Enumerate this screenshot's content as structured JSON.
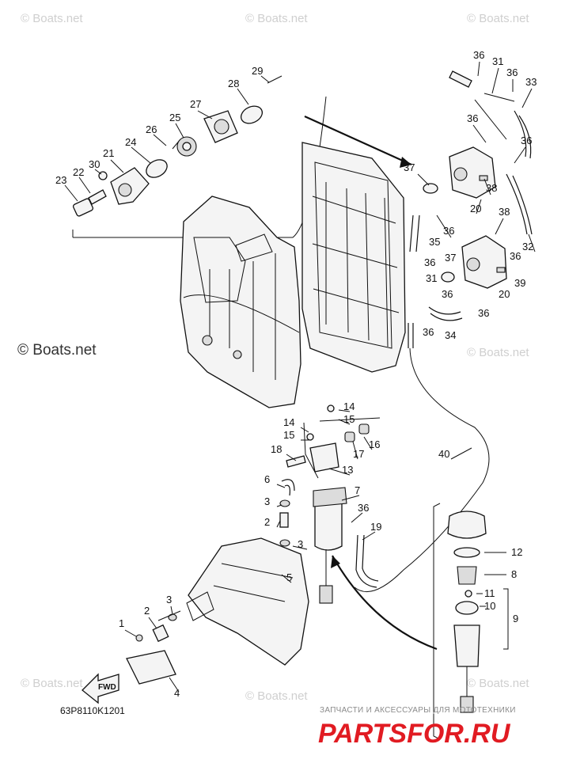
{
  "watermarks": {
    "tile_text": "© Boats.net",
    "center_text": "© Boats.net"
  },
  "diagram_code": "63P8110K1201",
  "direction_label": "FWD",
  "shop": {
    "tagline": "ЗАПЧАСТИ И АКСЕССУАРЫ ДЛЯ МОТОТЕХНИКИ",
    "logo_text": "PARTSFOR.RU",
    "logo_color": "#e11b22"
  },
  "callouts": [
    {
      "id": "c29",
      "label": "29"
    },
    {
      "id": "c28",
      "label": "28"
    },
    {
      "id": "c27",
      "label": "27"
    },
    {
      "id": "c25",
      "label": "25"
    },
    {
      "id": "c26",
      "label": "26"
    },
    {
      "id": "c24",
      "label": "24"
    },
    {
      "id": "c21",
      "label": "21"
    },
    {
      "id": "c30",
      "label": "30"
    },
    {
      "id": "c22",
      "label": "22"
    },
    {
      "id": "c23",
      "label": "23"
    },
    {
      "id": "c36a",
      "label": "36"
    },
    {
      "id": "c31a",
      "label": "31"
    },
    {
      "id": "c36b",
      "label": "36"
    },
    {
      "id": "c33",
      "label": "33"
    },
    {
      "id": "c36c",
      "label": "36"
    },
    {
      "id": "c36d",
      "label": "36"
    },
    {
      "id": "c37a",
      "label": "37"
    },
    {
      "id": "c38a",
      "label": "38"
    },
    {
      "id": "c20a",
      "label": "20"
    },
    {
      "id": "c38b",
      "label": "38"
    },
    {
      "id": "c36e",
      "label": "36"
    },
    {
      "id": "c35",
      "label": "35"
    },
    {
      "id": "c32",
      "label": "32"
    },
    {
      "id": "c36f",
      "label": "36"
    },
    {
      "id": "c37b",
      "label": "37"
    },
    {
      "id": "c36g",
      "label": "36"
    },
    {
      "id": "c31b",
      "label": "31"
    },
    {
      "id": "c39",
      "label": "39"
    },
    {
      "id": "c20b",
      "label": "20"
    },
    {
      "id": "c36h",
      "label": "36"
    },
    {
      "id": "c36i",
      "label": "36"
    },
    {
      "id": "c36j",
      "label": "36"
    },
    {
      "id": "c34",
      "label": "34"
    },
    {
      "id": "c14a",
      "label": "14"
    },
    {
      "id": "c15a",
      "label": "15"
    },
    {
      "id": "c14b",
      "label": "14"
    },
    {
      "id": "c15b",
      "label": "15"
    },
    {
      "id": "c16",
      "label": "16"
    },
    {
      "id": "c17",
      "label": "17"
    },
    {
      "id": "c18",
      "label": "18"
    },
    {
      "id": "c13",
      "label": "13"
    },
    {
      "id": "c40",
      "label": "40"
    },
    {
      "id": "c6",
      "label": "6"
    },
    {
      "id": "c7",
      "label": "7"
    },
    {
      "id": "c3a",
      "label": "3"
    },
    {
      "id": "c36k",
      "label": "36"
    },
    {
      "id": "c2a",
      "label": "2"
    },
    {
      "id": "c19",
      "label": "19"
    },
    {
      "id": "c3b",
      "label": "3"
    },
    {
      "id": "c12",
      "label": "12"
    },
    {
      "id": "c5",
      "label": "5"
    },
    {
      "id": "c8",
      "label": "8"
    },
    {
      "id": "c11",
      "label": "11"
    },
    {
      "id": "c10",
      "label": "10"
    },
    {
      "id": "c3c",
      "label": "3"
    },
    {
      "id": "c9",
      "label": "9"
    },
    {
      "id": "c2b",
      "label": "2"
    },
    {
      "id": "c1",
      "label": "1"
    },
    {
      "id": "c4",
      "label": "4"
    }
  ]
}
